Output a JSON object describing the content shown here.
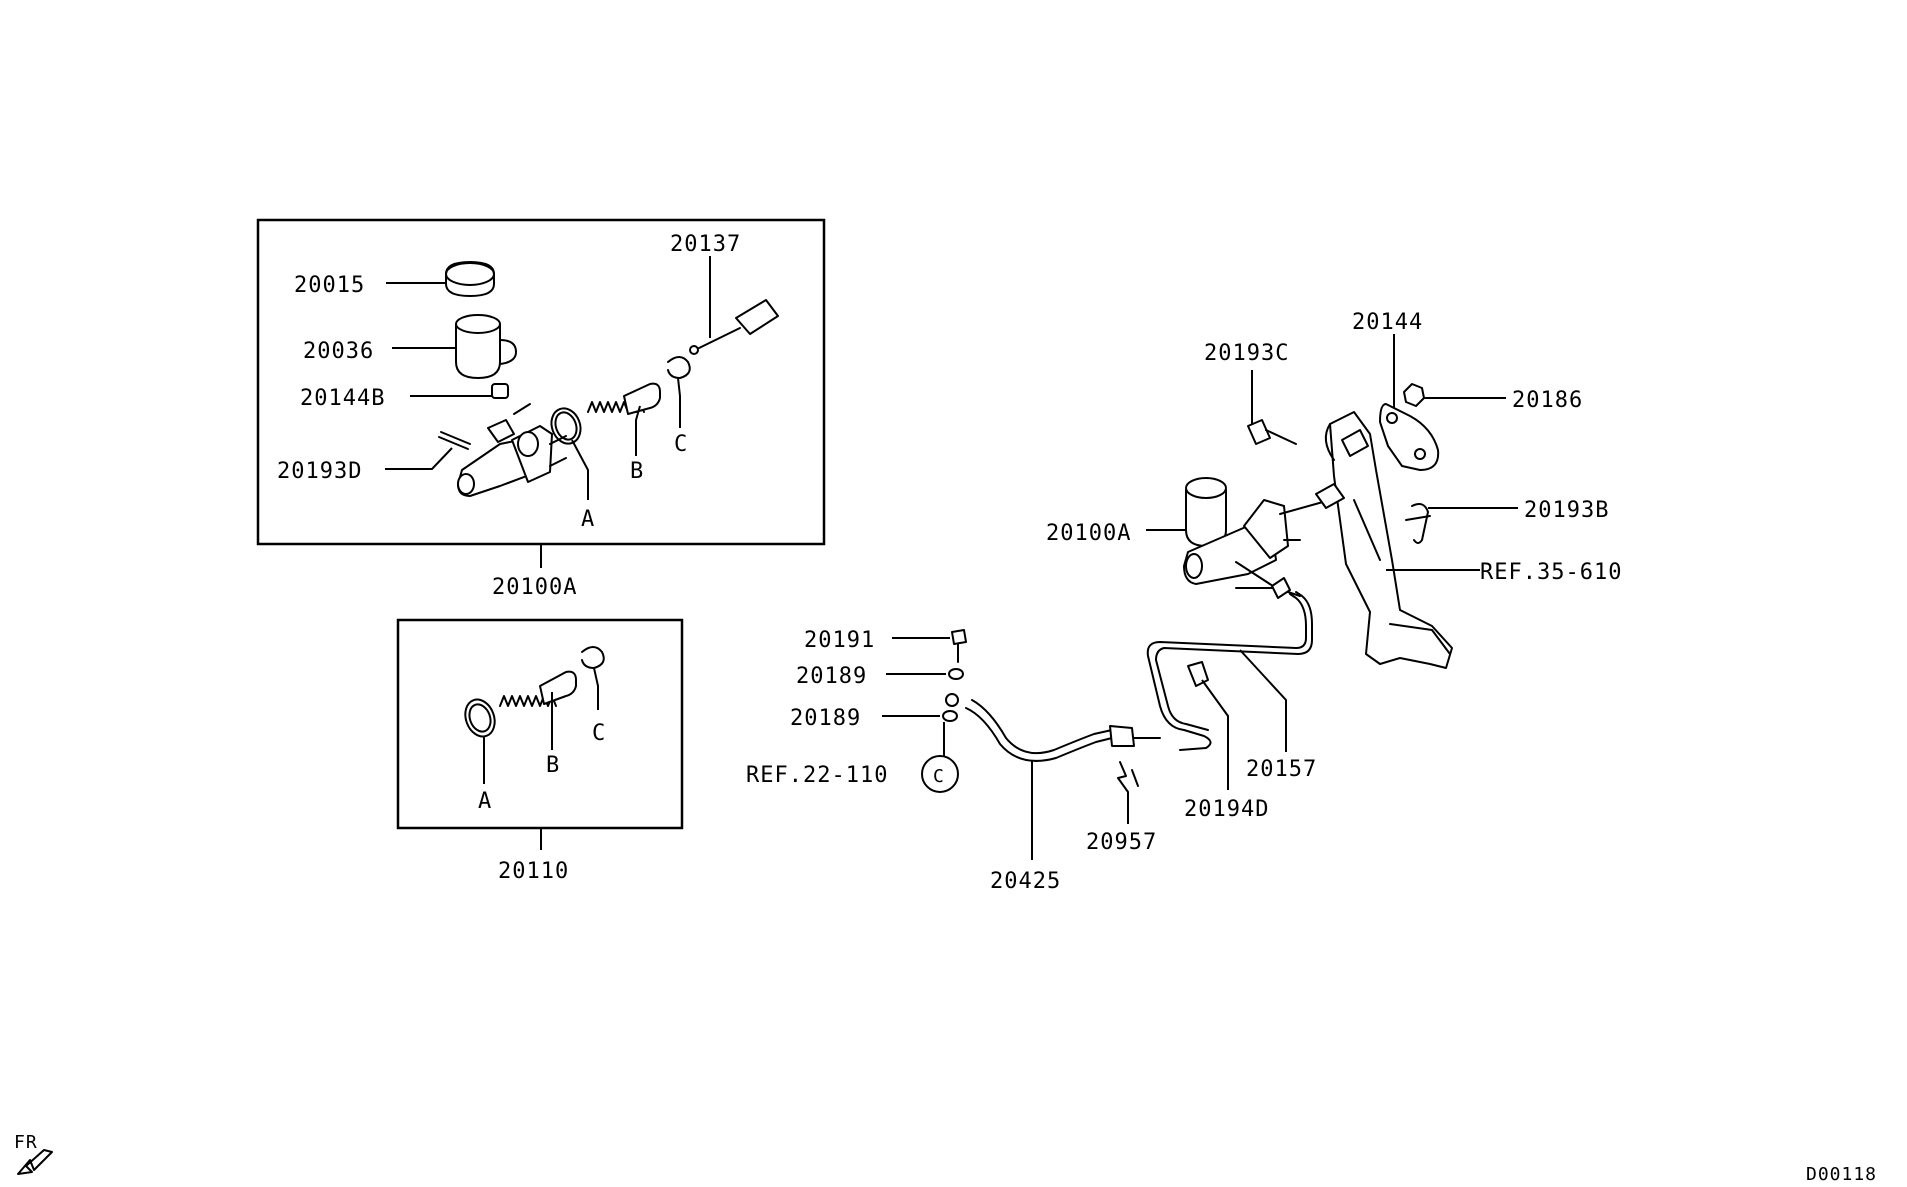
{
  "diagram_id": "D00118",
  "direction": "FR",
  "box_master_cylinder": {
    "caption": "20100A",
    "labels": {
      "cap": "20015",
      "reservoir": "20036",
      "grommet": "20144B",
      "pin": "20193D",
      "push_rod": "20137",
      "ref_a": "A",
      "ref_b": "B",
      "ref_c": "C"
    }
  },
  "box_repair_kit": {
    "caption": "20110",
    "labels": {
      "ref_a": "A",
      "ref_b": "B",
      "ref_c": "C"
    }
  },
  "assembly": {
    "labels": {
      "gasket": "20144",
      "nut": "20186",
      "clevis_pin": "20193C",
      "snap_pin": "20193B",
      "master_cylinder": "20100A",
      "pedal_ref": "REF.35-610",
      "bolt": "20191",
      "washer_1": "20189",
      "washer_2": "20189",
      "line_ref": "REF.22-110",
      "line_ref_circle": "C",
      "clutch_line": "20157",
      "clamp": "20194D",
      "clip": "20957",
      "hose": "20425"
    }
  }
}
